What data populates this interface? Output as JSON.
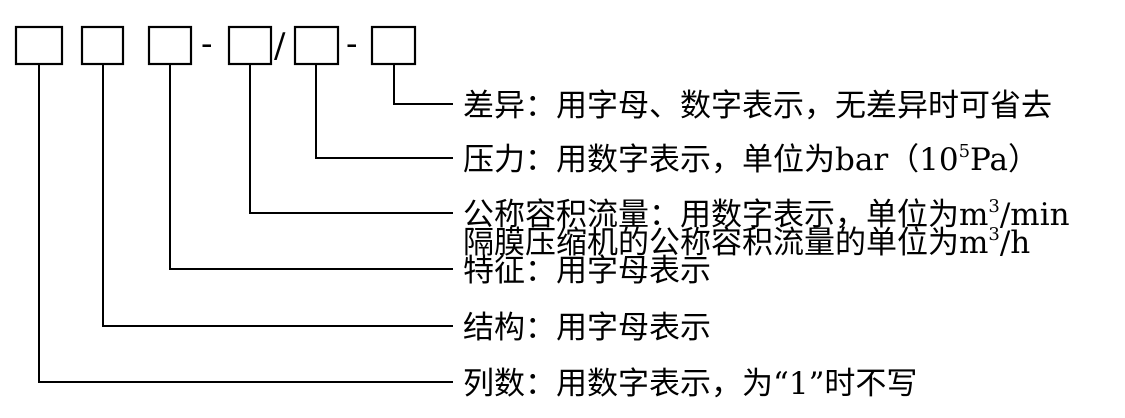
{
  "separators": {
    "dash1": "-",
    "slash": "/",
    "dash2": "-"
  },
  "labels": {
    "diff": "差异：用字母、数字表示，无差异时可省去",
    "pressure_main": "压力：用数字表示，单位为bar（10",
    "pressure_sup": "5",
    "pressure_end": "Pa）",
    "flow_main": "公称容积流量：用数字表示，单位为m",
    "flow_sup": "3",
    "flow_end": "/min",
    "membrane_main": "隔膜压缩机的公称容积流量的单位为m",
    "membrane_sup": "3",
    "membrane_end": "/h",
    "feature": "特征：用字母表示",
    "structure": "结构：用字母表示",
    "columns": "列数：用数字表示，为“1”时不写"
  }
}
